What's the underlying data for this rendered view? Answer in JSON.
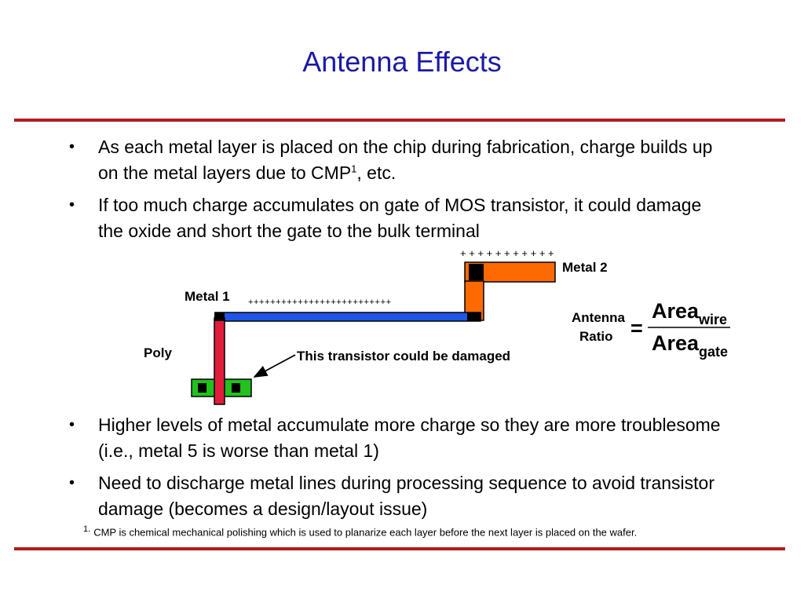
{
  "title": "Antenna Effects",
  "bullets": [
    {
      "text": "As each metal layer is placed on the chip during fabrication, charge builds up on the metal layers due to CMP",
      "sup": "1",
      "after": ", etc."
    },
    {
      "text": "If too much charge accumulates on gate of MOS transistor, it could damage the oxide and short the gate to the bulk terminal"
    },
    {
      "text": "Higher levels of metal accumulate more charge so they are more troublesome (i.e., metal 5 is worse than metal 1)"
    },
    {
      "text": "Need to discharge metal lines during processing sequence to avoid transistor damage (becomes a design/layout issue)"
    }
  ],
  "bullet_symbol": "•",
  "diagram": {
    "metal1_label": "Metal 1",
    "metal2_label": "Metal 2",
    "poly_label": "Poly",
    "callout": "This transistor could be damaged",
    "metal1_charge": "++++++++++++++++++++++++++",
    "metal2_charge": "+ + + + + + + + + + +",
    "colors": {
      "metal1": "#1f56e8",
      "metal2": "#ff6a00",
      "poly": "#e01e3c",
      "diffusion": "#22c11e",
      "contact": "#000000"
    }
  },
  "formula": {
    "left_top": "Antenna",
    "left_bottom": "Ratio",
    "equals": "=",
    "numerator": "Area",
    "numerator_sub": "wire",
    "denominator": "Area",
    "denominator_sub": "gate"
  },
  "footnote": {
    "mark": "1.",
    "text": "CMP is chemical mechanical polishing which is used to planarize each layer before the next layer is placed on the wafer."
  },
  "accent_color": "#b01c1c",
  "title_color": "#1a1aa6"
}
